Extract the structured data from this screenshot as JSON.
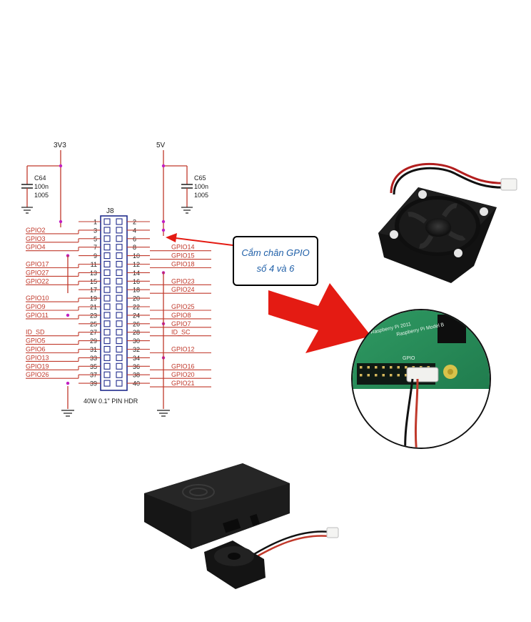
{
  "schematic": {
    "rail_left": "3V3",
    "rail_right": "5V",
    "cap_left": {
      "ref": "C64",
      "value": "100n",
      "size": "1005"
    },
    "cap_right": {
      "ref": "C65",
      "value": "100n",
      "size": "1005"
    },
    "connector_ref": "J8",
    "connector_caption": "40W 0.1\" PIN HDR",
    "left_signals": [
      {
        "pin": "3",
        "label": "GPIO2"
      },
      {
        "pin": "5",
        "label": "GPIO3"
      },
      {
        "pin": "7",
        "label": "GPIO4"
      },
      {
        "pin": "11",
        "label": "GPIO17"
      },
      {
        "pin": "13",
        "label": "GPIO27"
      },
      {
        "pin": "15",
        "label": "GPIO22"
      },
      {
        "pin": "19",
        "label": "GPIO10"
      },
      {
        "pin": "21",
        "label": "GPIO9"
      },
      {
        "pin": "23",
        "label": "GPIO11"
      },
      {
        "pin": "27",
        "label": "ID_SD"
      },
      {
        "pin": "29",
        "label": "GPIO5"
      },
      {
        "pin": "31",
        "label": "GPIO6"
      },
      {
        "pin": "33",
        "label": "GPIO13"
      },
      {
        "pin": "35",
        "label": "GPIO19"
      },
      {
        "pin": "37",
        "label": "GPIO26"
      }
    ],
    "right_signals": [
      {
        "pin": "8",
        "label": "GPIO14"
      },
      {
        "pin": "10",
        "label": "GPIO15"
      },
      {
        "pin": "12",
        "label": "GPIO18"
      },
      {
        "pin": "16",
        "label": "GPIO23"
      },
      {
        "pin": "18",
        "label": "GPIO24"
      },
      {
        "pin": "22",
        "label": "GPIO25"
      },
      {
        "pin": "24",
        "label": "GPIO8"
      },
      {
        "pin": "26",
        "label": "GPIO7"
      },
      {
        "pin": "28",
        "label": "ID_SC"
      },
      {
        "pin": "32",
        "label": "GPIO12"
      },
      {
        "pin": "36",
        "label": "GPIO16"
      },
      {
        "pin": "38",
        "label": "GPIO20"
      },
      {
        "pin": "40",
        "label": "GPIO21"
      }
    ]
  },
  "callout": {
    "line1": "Cắm chân GPIO",
    "line2": "số 4 và 6"
  },
  "board_silkscreen": {
    "text1": "Raspberry Pi 2011",
    "text2": "Raspberry Pi Model B",
    "label": "GPIO"
  },
  "colors": {
    "wire": "#c0392b",
    "arrow": "#e41b13",
    "junction": "#c21fc2",
    "text": "#1a1a1a",
    "callout_text": "#1f5fa8"
  }
}
